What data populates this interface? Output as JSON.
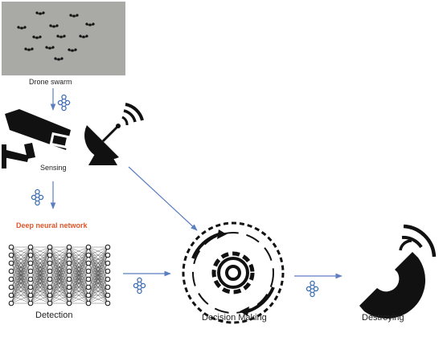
{
  "labels": {
    "drone_swarm": "Drone swarm",
    "sensing": "Sensing",
    "dnn": "Deep neural network",
    "detection": "Detection",
    "decision": "Decision Making",
    "destroying": "Destroying"
  },
  "colors": {
    "arrow": "#5b7fc0",
    "icon": "#111111",
    "dnn_label": "#e0552a",
    "photo_bg": "#a9aaa6",
    "link_icon": "#3e6fb5"
  },
  "icons": [
    "drone-swarm-photo",
    "cctv-camera-icon",
    "satellite-dish-icon",
    "neural-network-icon",
    "gear-cycle-icon",
    "magnet-icon",
    "link-nodes-icon"
  ]
}
